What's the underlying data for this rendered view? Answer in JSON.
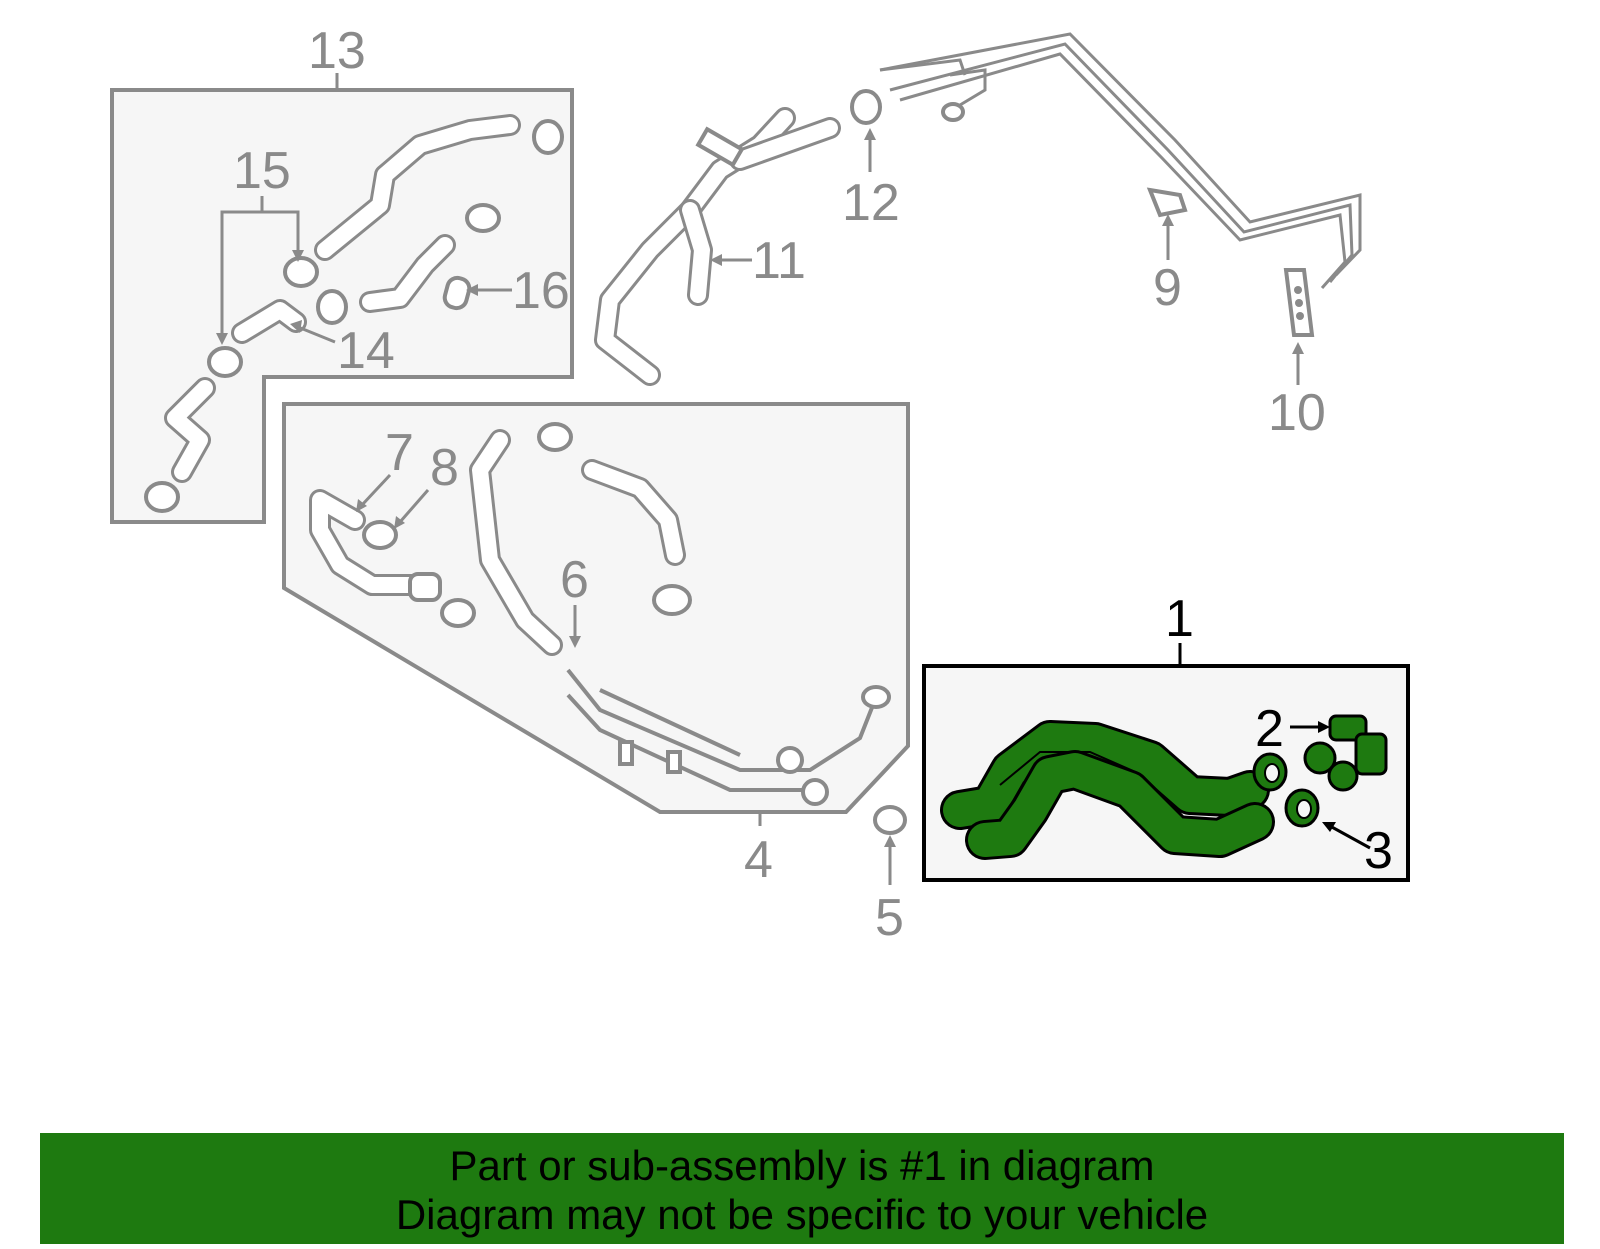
{
  "callouts": {
    "c1": "1",
    "c2": "2",
    "c3": "3",
    "c4": "4",
    "c5": "5",
    "c6": "6",
    "c7": "7",
    "c8": "8",
    "c9": "9",
    "c10": "10",
    "c11": "11",
    "c12": "12",
    "c13": "13",
    "c14": "14",
    "c15": "15",
    "c16": "16"
  },
  "highlighted_part": "1",
  "colors": {
    "highlight": "#1e7a10",
    "part_outline": "#8a8a8a",
    "banner": "#1e7a10"
  },
  "banner": {
    "line1": "Part or sub-assembly is #1 in diagram",
    "line2": "Diagram may not be specific to your vehicle"
  }
}
